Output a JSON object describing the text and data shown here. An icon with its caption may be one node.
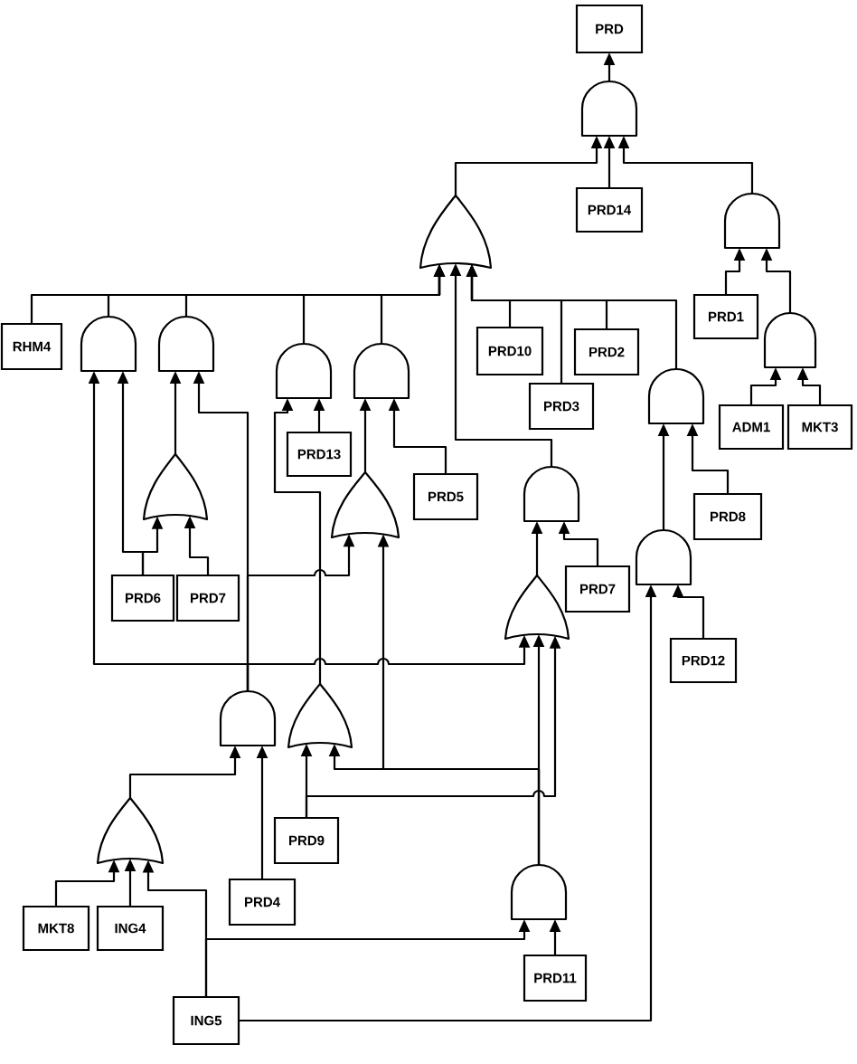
{
  "diagram": {
    "nodes": [
      {
        "text": [
          "PRD"
        ]
      },
      {
        "text": [],
        "shape": "and-gate"
      },
      {
        "text": [],
        "shape": "or-gate"
      },
      {
        "text": [
          "PRD14"
        ]
      },
      {
        "text": [],
        "shape": "and-gate"
      },
      {
        "text": [
          "PRD1"
        ]
      },
      {
        "text": [
          "RHM4"
        ]
      },
      {
        "text": [],
        "shape": "and-gate"
      },
      {
        "text": [],
        "shape": "and-gate"
      },
      {
        "text": [],
        "shape": "and-gate"
      },
      {
        "text": [],
        "shape": "and-gate"
      },
      {
        "text": [
          "PRD10"
        ]
      },
      {
        "text": [
          "PRD2"
        ]
      },
      {
        "text": [],
        "shape": "and-gate"
      },
      {
        "text": [],
        "shape": "and-gate"
      },
      {
        "text": [
          "PRD3"
        ]
      },
      {
        "text": [
          "ADM1"
        ]
      },
      {
        "text": [
          "MKT3"
        ]
      },
      {
        "text": [
          "PRD13"
        ]
      },
      {
        "text": [],
        "shape": "or-gate"
      },
      {
        "text": [],
        "shape": "and-gate"
      },
      {
        "text": [],
        "shape": "or-gate"
      },
      {
        "text": [
          "PRD5"
        ]
      },
      {
        "text": [
          "PRD8"
        ]
      },
      {
        "text": [],
        "shape": "and-gate"
      },
      {
        "text": [
          "PRD6"
        ]
      },
      {
        "text": [
          "PRD7"
        ]
      },
      {
        "text": [
          "PRD7"
        ]
      },
      {
        "text": [],
        "shape": "or-gate"
      },
      {
        "text": [
          "PRD12"
        ]
      },
      {
        "text": [],
        "shape": "and-gate"
      },
      {
        "text": [],
        "shape": "or-gate"
      },
      {
        "text": [],
        "shape": "or-gate"
      },
      {
        "text": [
          "PRD9"
        ]
      },
      {
        "text": [],
        "shape": "and-gate"
      },
      {
        "text": [
          "PRD4"
        ]
      },
      {
        "text": [
          "MKT8"
        ]
      },
      {
        "text": [
          "ING4"
        ]
      },
      {
        "text": [
          "PRD11"
        ]
      },
      {
        "text": [
          "ING5"
        ]
      }
    ],
    "edges": [
      {
        "from": 1,
        "to": 0,
        "arrow": "to"
      },
      {
        "from": 2,
        "to": 1,
        "arrow": "to"
      },
      {
        "from": 3,
        "to": 1,
        "arrow": "to"
      },
      {
        "from": 4,
        "to": 1,
        "arrow": "to"
      },
      {
        "from": 5,
        "to": 4,
        "arrow": "to"
      },
      {
        "from": 13,
        "to": 4,
        "arrow": "to"
      },
      {
        "from": 16,
        "to": 13,
        "arrow": "to"
      },
      {
        "from": 17,
        "to": 13,
        "arrow": "to"
      },
      {
        "from": 6,
        "to": 2,
        "arrow": "to"
      },
      {
        "from": 7,
        "to": 2,
        "arrow": "to"
      },
      {
        "from": 8,
        "to": 2,
        "arrow": "to"
      },
      {
        "from": 9,
        "to": 2,
        "arrow": "to"
      },
      {
        "from": 10,
        "to": 2,
        "arrow": "to"
      },
      {
        "from": 20,
        "to": 2,
        "arrow": "to"
      },
      {
        "from": 11,
        "to": 2,
        "arrow": "to"
      },
      {
        "from": 15,
        "to": 2,
        "arrow": "to"
      },
      {
        "from": 12,
        "to": 2,
        "arrow": "to"
      },
      {
        "from": 14,
        "to": 2,
        "arrow": "to"
      },
      {
        "from": 24,
        "to": 14,
        "arrow": "to"
      },
      {
        "from": 23,
        "to": 14,
        "arrow": "to"
      },
      {
        "from": 39,
        "to": 24,
        "arrow": "to"
      },
      {
        "from": 29,
        "to": 24,
        "arrow": "to"
      },
      {
        "from": 30,
        "to": 7,
        "arrow": "to"
      },
      {
        "from": 25,
        "to": 7,
        "arrow": "to"
      },
      {
        "from": 19,
        "to": 8,
        "arrow": "to"
      },
      {
        "from": 30,
        "to": 8,
        "arrow": "to"
      },
      {
        "from": 25,
        "to": 19,
        "arrow": "to"
      },
      {
        "from": 26,
        "to": 19,
        "arrow": "to"
      },
      {
        "from": 31,
        "to": 9,
        "arrow": "to"
      },
      {
        "from": 18,
        "to": 9,
        "arrow": "to"
      },
      {
        "from": 21,
        "to": 10,
        "arrow": "to"
      },
      {
        "from": 22,
        "to": 10,
        "arrow": "to"
      },
      {
        "from": 30,
        "to": 21,
        "arrow": "to"
      },
      {
        "from": 34,
        "to": 21,
        "arrow": "to"
      },
      {
        "from": 28,
        "to": 20,
        "arrow": "to"
      },
      {
        "from": 27,
        "to": 20,
        "arrow": "to"
      },
      {
        "from": 30,
        "to": 28,
        "arrow": "to"
      },
      {
        "from": 34,
        "to": 28,
        "arrow": "to"
      },
      {
        "from": 33,
        "to": 28,
        "arrow": "to"
      },
      {
        "from": 32,
        "to": 30,
        "arrow": "to"
      },
      {
        "from": 35,
        "to": 30,
        "arrow": "to"
      },
      {
        "from": 33,
        "to": 31,
        "arrow": "to"
      },
      {
        "from": 34,
        "to": 31,
        "arrow": "to"
      },
      {
        "from": 36,
        "to": 32,
        "arrow": "to"
      },
      {
        "from": 37,
        "to": 32,
        "arrow": "to"
      },
      {
        "from": 39,
        "to": 32,
        "arrow": "to"
      },
      {
        "from": 39,
        "to": 34,
        "arrow": "to"
      },
      {
        "from": 38,
        "to": 34,
        "arrow": "to"
      }
    ]
  }
}
